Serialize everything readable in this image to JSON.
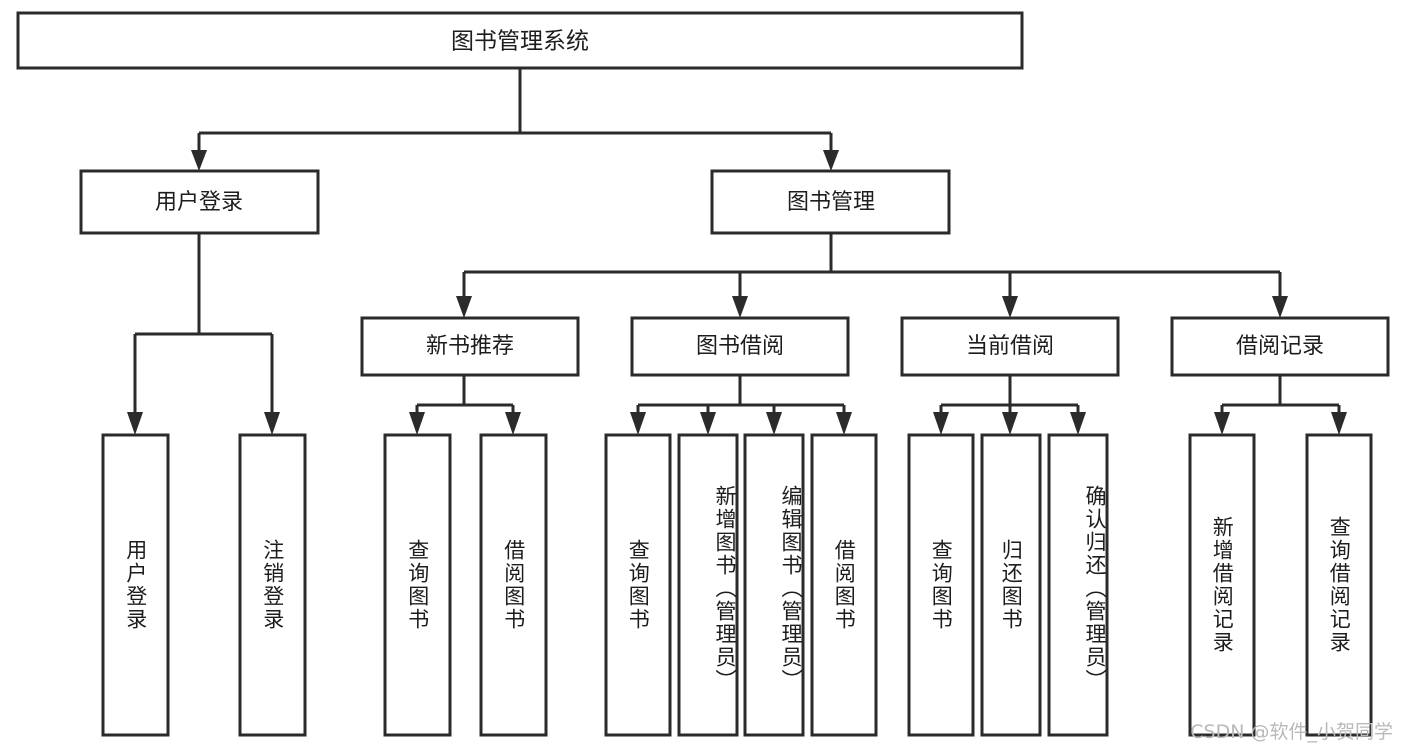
{
  "diagram": {
    "type": "tree",
    "title": "图书管理系统",
    "orientation": "top-down",
    "colors": {
      "box_stroke": "#2b2b2b",
      "box_fill": "#ffffff",
      "connector": "#2b2b2b",
      "text": "#1d1d1d",
      "background": "#ffffff",
      "watermark": "#b9b9b9"
    },
    "levels": {
      "root": {
        "label": "图书管理系统"
      },
      "level1": [
        {
          "label": "用户登录"
        },
        {
          "label": "图书管理"
        }
      ],
      "level2": [
        {
          "label": "新书推荐"
        },
        {
          "label": "图书借阅"
        },
        {
          "label": "当前借阅"
        },
        {
          "label": "借阅记录"
        }
      ],
      "leaves": {
        "user_login": [
          {
            "label": "用户登录"
          },
          {
            "label": "注销登录"
          }
        ],
        "new_book_recommend": [
          {
            "label": "查询图书"
          },
          {
            "label": "借阅图书"
          }
        ],
        "book_borrow": [
          {
            "label": "查询图书"
          },
          {
            "label": "新增图书（管理员）"
          },
          {
            "label": "编辑图书（管理员）"
          },
          {
            "label": "借阅图书"
          }
        ],
        "current_borrow": [
          {
            "label": "查询图书"
          },
          {
            "label": "归还图书"
          },
          {
            "label": "确认归还（管理员）"
          }
        ],
        "borrow_record": [
          {
            "label": "新增借阅记录"
          },
          {
            "label": "查询借阅记录"
          }
        ]
      }
    }
  },
  "watermark": {
    "text": "CSDN @软件_小贺同学"
  }
}
